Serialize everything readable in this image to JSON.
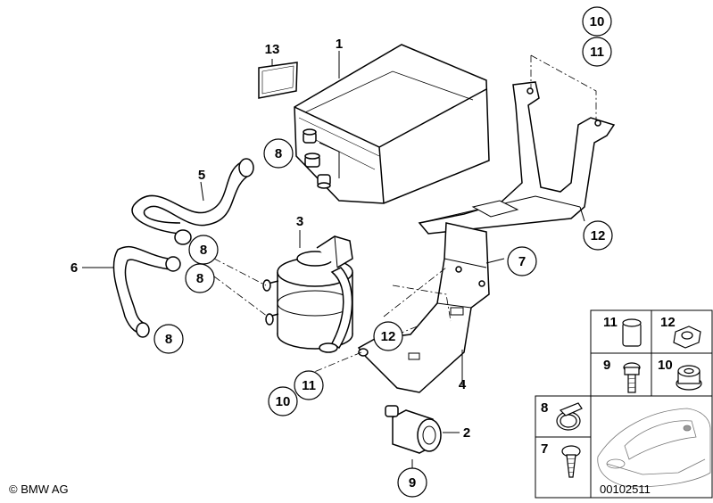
{
  "diagram": {
    "callouts": {
      "c1": "1",
      "c2": "2",
      "c3": "3",
      "c4": "4",
      "c5": "5",
      "c6": "6",
      "c7": "7",
      "c8a": "8",
      "c8b": "8",
      "c8c": "8",
      "c8d": "8",
      "c9": "9",
      "c10a": "10",
      "c10b": "10",
      "c11a": "11",
      "c11b": "11",
      "c12a": "12",
      "c12b": "12",
      "c13": "13"
    },
    "legend": {
      "l11": "11",
      "l12": "12",
      "l9": "9",
      "l10": "10",
      "l8": "8",
      "l7": "7"
    },
    "copyright": "© BMW AG",
    "diagram_number": "00102511"
  },
  "colors": {
    "line": "#000000",
    "fill": "#ffffff",
    "shade": "#d9d9d9"
  }
}
